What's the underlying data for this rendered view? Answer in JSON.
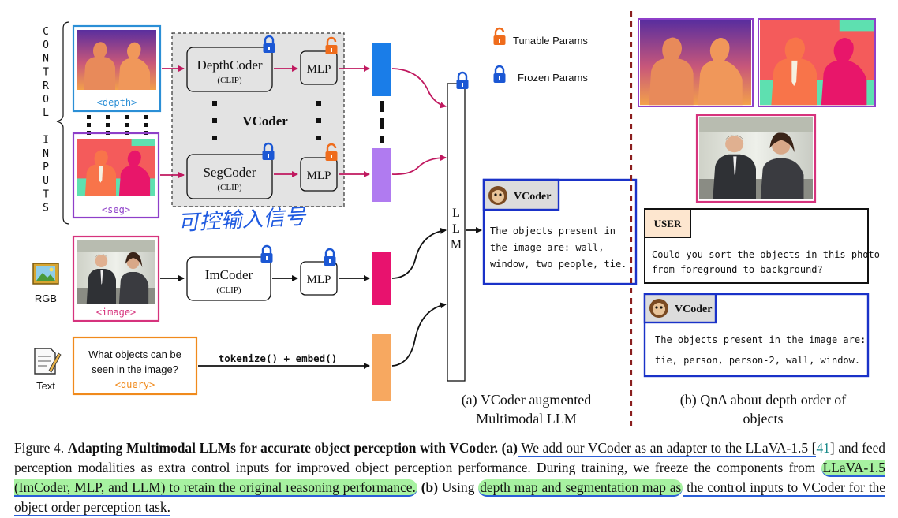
{
  "control_side_label": "CONTROL INPUTS",
  "inputs": {
    "depth_label": "<depth>",
    "seg_label": "<seg>",
    "image_label": "<image>",
    "query_label": "<query>",
    "query_text": [
      "What objects can be",
      "seen in the image?"
    ],
    "rgb_label": "RGB",
    "text_label": "Text"
  },
  "modules": {
    "depth_coder": "DepthCoder",
    "seg_coder": "SegCoder",
    "im_coder": "ImCoder",
    "clip": "(CLIP)",
    "mlp": "MLP",
    "vcoder": "VCoder",
    "llm": "LLM",
    "tokenize": "tokenize() + embed()"
  },
  "legend": {
    "tunable": "Tunable Params",
    "frozen": "Frozen Params"
  },
  "handwritten_note": "可控输入信号",
  "chat_a": {
    "speaker": "VCoder",
    "reply": [
      "The objects present in",
      "the image are: wall,",
      "window, two people, tie."
    ]
  },
  "chat_b": {
    "user_tag": "USER",
    "question": [
      "Could you sort the objects in this photo",
      "from foreground to background?"
    ],
    "speaker": "VCoder",
    "reply": [
      "The objects present in the image are:",
      "tie, person, person-2, wall, window."
    ]
  },
  "subcaption_a": [
    "(a) VCoder augmented",
    "Multimodal LLM"
  ],
  "subcaption_b": [
    "(b) QnA about depth order of",
    "objects"
  ],
  "caption": {
    "fig_label": "Figure 4.",
    "title": "Adapting Multimodal LLMs for accurate object perception with VCoder.",
    "part_a_tag": "(a)",
    "text_1": " We add our VCoder as an adapter to the LLaVA-1.5 [",
    "ref": "41",
    "text_2": "] and feed perception modalities as extra control inputs for improved object perception performance. During training, we freeze the components from ",
    "text_3": "LLaVA-1.5 (ImCoder, MLP, and LLM) to retain the original reasoning performance.",
    "part_b_tag": "(b)",
    "text_4": " Using ",
    "text_5": "depth map and segmentation map as",
    "text_6": " the control inputs to VCoder for the object order perception task."
  },
  "colors": {
    "depth_blue": "#2b8fd6",
    "seg_purple": "#8e3fc9",
    "image_pink": "#d6337d",
    "query_orange": "#f08a1c",
    "token_blue": "#1a7de8",
    "token_violet": "#b07bf0",
    "token_magenta": "#e8126e",
    "token_orange": "#f7a860",
    "arrow": "#c0185f",
    "chat_blue": "#1a32c8",
    "lock_orange": "#ef6c1c",
    "lock_blue": "#1b57d4",
    "divider": "#8a1e1e"
  }
}
